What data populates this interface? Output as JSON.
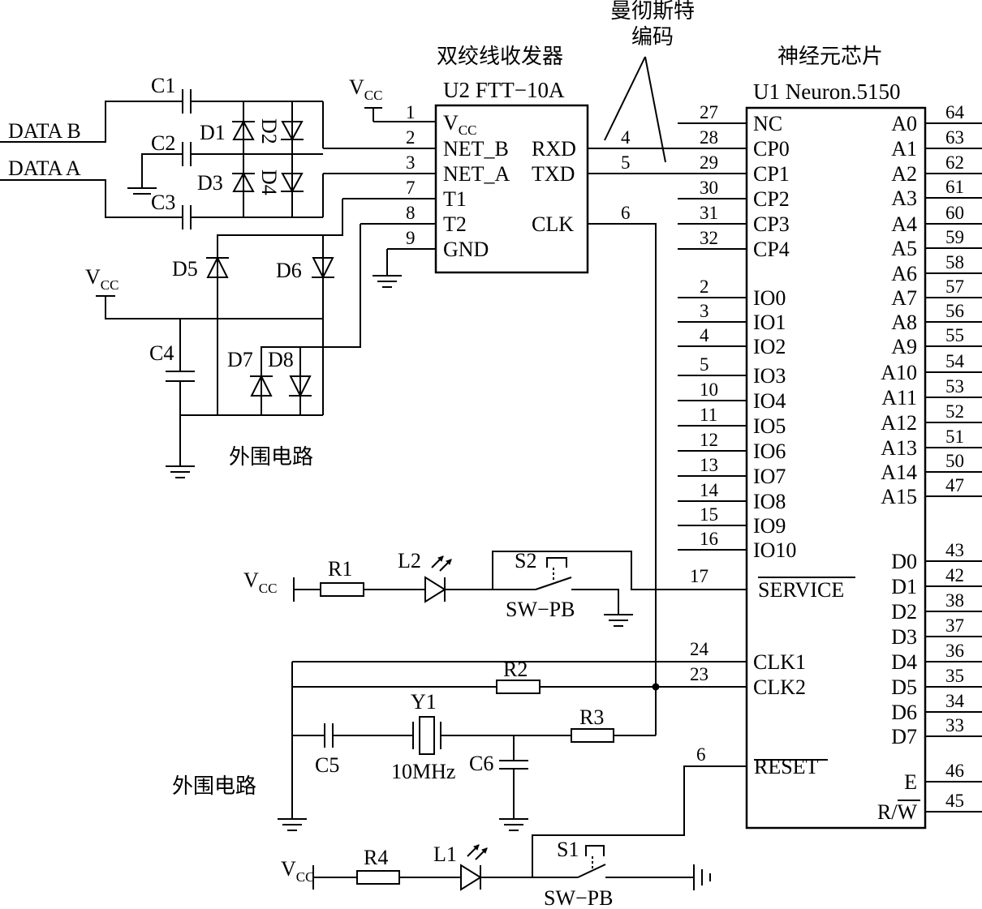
{
  "labels": {
    "annotation_manchester": [
      "曼彻斯特",
      "编码"
    ],
    "transceiver_caption": "双绞线收发器",
    "neuron_caption": "神经元芯片",
    "peripheral_circuit_top": "外围电路",
    "peripheral_circuit_bottom": "外围电路",
    "data_b": "DATA B",
    "data_a": "DATA A"
  },
  "u2": {
    "name": "U2 FTT−10A",
    "left_pins": [
      {
        "num": "1",
        "name": "V",
        "sub": "CC"
      },
      {
        "num": "2",
        "name": "NET_B"
      },
      {
        "num": "3",
        "name": "NET_A"
      },
      {
        "num": "7",
        "name": "T1"
      },
      {
        "num": "8",
        "name": "T2"
      },
      {
        "num": "9",
        "name": "GND"
      }
    ],
    "right_pins": [
      {
        "num": "4",
        "name": "RXD"
      },
      {
        "num": "5",
        "name": "TXD"
      },
      {
        "num": "6",
        "name": "CLK"
      }
    ]
  },
  "u1": {
    "name": "U1 Neuron.5150",
    "left_pins": [
      {
        "num": "27",
        "name": "NC"
      },
      {
        "num": "28",
        "name": "CP0"
      },
      {
        "num": "29",
        "name": "CP1"
      },
      {
        "num": "30",
        "name": "CP2"
      },
      {
        "num": "31",
        "name": "CP3"
      },
      {
        "num": "32",
        "name": "CP4"
      },
      {
        "num": "2",
        "name": "IO0"
      },
      {
        "num": "3",
        "name": "IO1"
      },
      {
        "num": "4",
        "name": "IO2"
      },
      {
        "num": "5",
        "name": "IO3"
      },
      {
        "num": "10",
        "name": "IO4"
      },
      {
        "num": "11",
        "name": "IO5"
      },
      {
        "num": "12",
        "name": "IO6"
      },
      {
        "num": "13",
        "name": "IO7"
      },
      {
        "num": "14",
        "name": "IO8"
      },
      {
        "num": "15",
        "name": "IO9"
      },
      {
        "num": "16",
        "name": "IO10"
      },
      {
        "num": "17",
        "name": "SERVICE"
      },
      {
        "num": "24",
        "name": "CLK1"
      },
      {
        "num": "23",
        "name": "CLK2"
      },
      {
        "num": "6",
        "name": "RESET"
      }
    ],
    "right_pins": [
      {
        "num": "64",
        "name": "A0"
      },
      {
        "num": "63",
        "name": "A1"
      },
      {
        "num": "62",
        "name": "A2"
      },
      {
        "num": "61",
        "name": "A3"
      },
      {
        "num": "60",
        "name": "A4"
      },
      {
        "num": "59",
        "name": "A5"
      },
      {
        "num": "58",
        "name": "A6"
      },
      {
        "num": "57",
        "name": "A7"
      },
      {
        "num": "56",
        "name": "A8"
      },
      {
        "num": "55",
        "name": "A9"
      },
      {
        "num": "54",
        "name": "A10"
      },
      {
        "num": "53",
        "name": "A11"
      },
      {
        "num": "52",
        "name": "A12"
      },
      {
        "num": "51",
        "name": "A13"
      },
      {
        "num": "50",
        "name": "A14"
      },
      {
        "num": "47",
        "name": "A15"
      },
      {
        "num": "43",
        "name": "D0"
      },
      {
        "num": "42",
        "name": "D1"
      },
      {
        "num": "38",
        "name": "D2"
      },
      {
        "num": "37",
        "name": "D3"
      },
      {
        "num": "36",
        "name": "D4"
      },
      {
        "num": "35",
        "name": "D5"
      },
      {
        "num": "34",
        "name": "D6"
      },
      {
        "num": "33",
        "name": "D7"
      },
      {
        "num": "46",
        "name": "E"
      },
      {
        "num": "45",
        "name": "R/W"
      }
    ]
  },
  "components": {
    "c1": "C1",
    "c2": "C2",
    "c3": "C3",
    "c4": "C4",
    "c5": "C5",
    "c6": "C6",
    "d1": "D1",
    "d2": "D2",
    "d3": "D3",
    "d4": "D4",
    "d5": "D5",
    "d6": "D6",
    "d7": "D7",
    "d8": "D8",
    "r1": "R1",
    "r2": "R2",
    "r3": "R3",
    "r4": "R4",
    "l1": "L1",
    "l2": "L2",
    "s1": "S1",
    "s2": "S2",
    "sw_pb_1": "SW−PB",
    "sw_pb_2": "SW−PB",
    "y1": "Y1",
    "y1_freq": "10MHz"
  },
  "vcc": {
    "main": "V",
    "sub": "CC"
  },
  "nets": {
    "rxd_num": "4",
    "txd_num": "5",
    "clk_num": "6",
    "service_num": "17",
    "clk1_num": "24",
    "clk2_num": "23",
    "reset_num": "6"
  }
}
